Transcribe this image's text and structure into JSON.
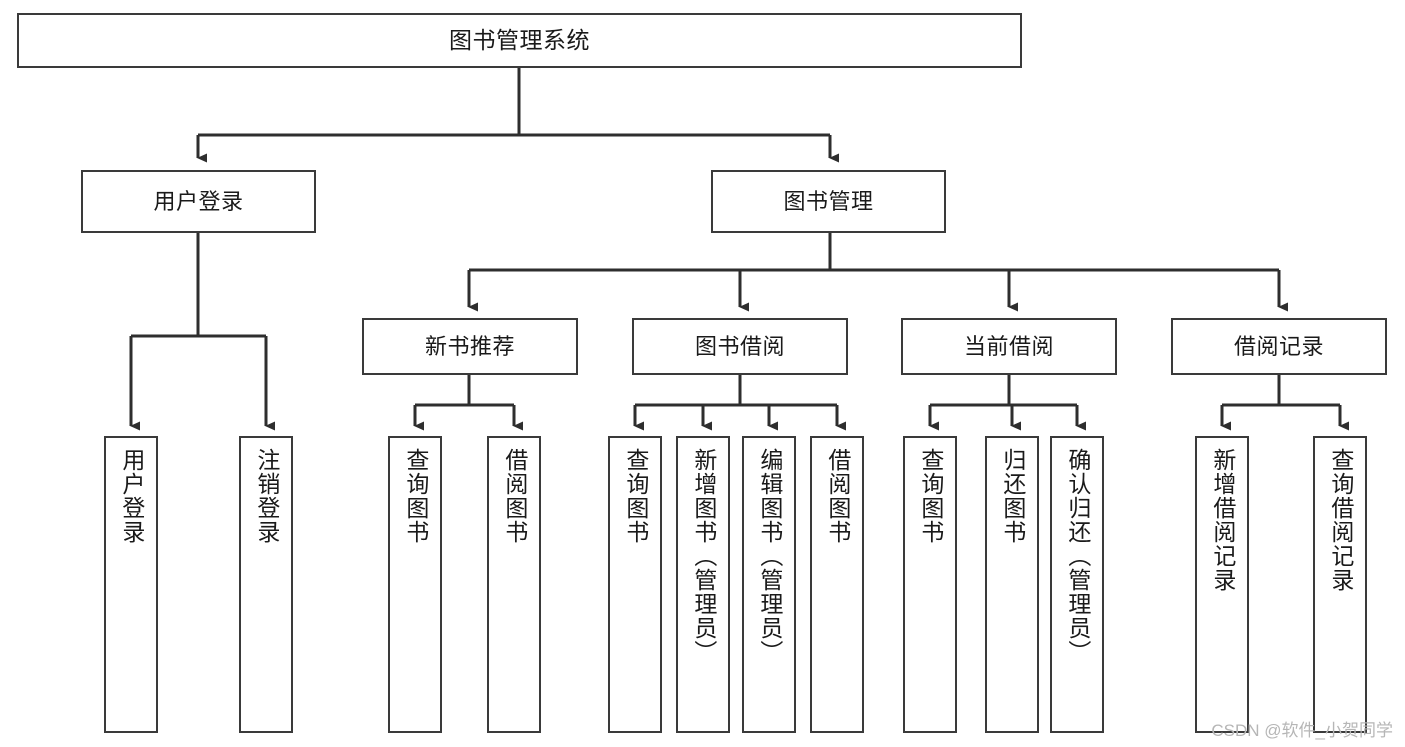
{
  "diagram": {
    "type": "tree",
    "title": "图书管理系统",
    "watermark": "CSDN @软件_小贺同学",
    "colors": {
      "stroke": "#3a3a3a",
      "fill": "#ffffff",
      "text": "#1a1a1a",
      "watermark": "#b6b6b6"
    },
    "nodes": {
      "root": {
        "label": "图书管理系统"
      },
      "level2": [
        {
          "label": "用户登录"
        },
        {
          "label": "图书管理"
        }
      ],
      "level3": [
        {
          "label": "新书推荐"
        },
        {
          "label": "图书借阅"
        },
        {
          "label": "当前借阅"
        },
        {
          "label": "借阅记录"
        }
      ],
      "leaves": {
        "user_login": [
          {
            "label": "用户登录"
          },
          {
            "label": "注销登录"
          }
        ],
        "new_book": [
          {
            "label": "查询图书"
          },
          {
            "label": "借阅图书"
          }
        ],
        "borrow": [
          {
            "label": "查询图书"
          },
          {
            "label": "新增图书（管理员）"
          },
          {
            "label": "编辑图书（管理员）"
          },
          {
            "label": "借阅图书"
          }
        ],
        "current": [
          {
            "label": "查询图书"
          },
          {
            "label": "归还图书"
          },
          {
            "label": "确认归还（管理员）"
          }
        ],
        "records": [
          {
            "label": "新增借阅记录"
          },
          {
            "label": "查询借阅记录"
          }
        ]
      }
    }
  }
}
